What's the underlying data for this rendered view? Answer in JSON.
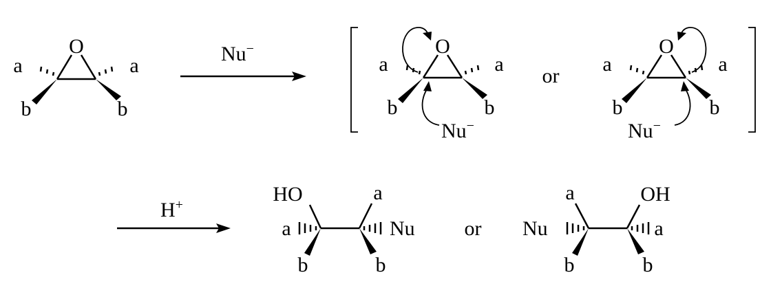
{
  "labels": {
    "a": "a",
    "b": "b",
    "o": "O",
    "nu": "Nu",
    "minus": "−",
    "h": "H",
    "plus": "+",
    "ho": "HO",
    "oh": "OH",
    "or": "or"
  }
}
